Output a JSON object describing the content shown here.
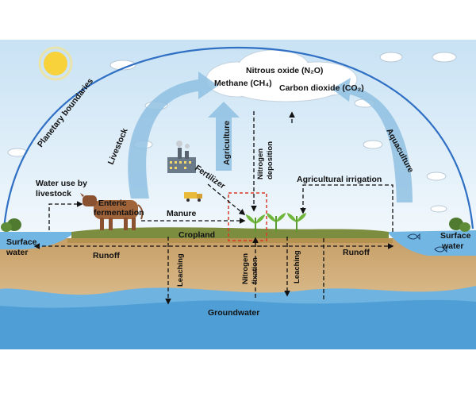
{
  "diagram": {
    "labels": {
      "planetary_boundaries": "Planetary boundaries",
      "livestock": "Livestock",
      "agriculture": "Agriculture",
      "aquaculture": "Aquaculture",
      "nitrous_oxide": "Nitrous oxide (N₂O)",
      "methane": "Methane (CH₄)",
      "carbon_dioxide": "Carbon dioxide (CO₂)",
      "nitrogen_deposition_1": "Nitrogen",
      "nitrogen_deposition_2": "deposition",
      "fertilizer": "Fertilizer",
      "agricultural_irrigation": "Agricultural irrigation",
      "water_use_1": "Water use by",
      "water_use_2": "livestock",
      "enteric_1": "Enteric",
      "enteric_2": "fermentation",
      "manure": "Manure",
      "cropland": "Cropland",
      "surface_water_left_1": "Surface",
      "surface_water_left_2": "water",
      "surface_water_right_1": "Surface",
      "surface_water_right_2": "water",
      "runoff_left": "Runoff",
      "runoff_right": "Runoff",
      "leaching_left": "Leaching",
      "leaching_right": "Leaching",
      "nitrogen_fixation_1": "Nitrogen",
      "nitrogen_fixation_2": "fixation",
      "groundwater": "Groundwater"
    },
    "colors": {
      "sky_top": "#cfe6f5",
      "sky_bottom": "#eef6fb",
      "dome": "#2f6fc4",
      "big_arrow": "#7fb3dc",
      "soil": "#c9a46e",
      "soil_dark": "#b48c57",
      "grass": "#7d8d3f",
      "water": "#6fb0dc",
      "groundwater": "#5aa4d8",
      "sun": "#f7d23a",
      "box_red": "#d93a2b"
    }
  }
}
